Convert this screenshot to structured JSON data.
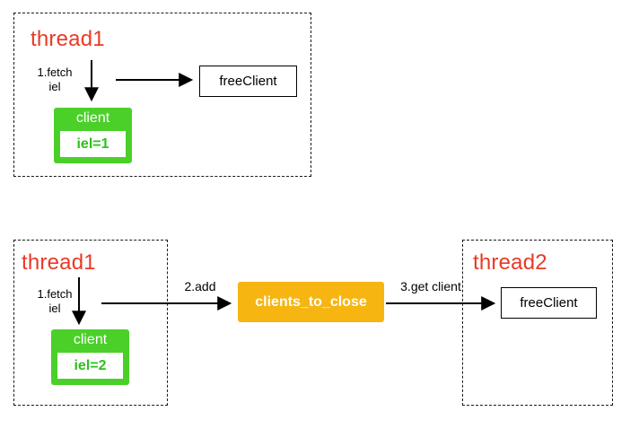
{
  "colors": {
    "red": "#e93a26",
    "green": "#4bd02a",
    "orange": "#f6b511",
    "black": "#000000",
    "white": "#ffffff"
  },
  "top": {
    "thread": "thread1",
    "fetch_line1": "1.fetch",
    "fetch_line2": "iel",
    "freeclient": "freeClient",
    "client": "client",
    "iel": "iel=1"
  },
  "bottom": {
    "thread1": "thread1",
    "fetch_line1": "1.fetch",
    "fetch_line2": "iel",
    "client": "client",
    "iel": "iel=2",
    "add": "2.add",
    "clients_to_close": "clients_to_close",
    "get_client": "3.get client",
    "thread2": "thread2",
    "freeclient": "freeClient"
  }
}
